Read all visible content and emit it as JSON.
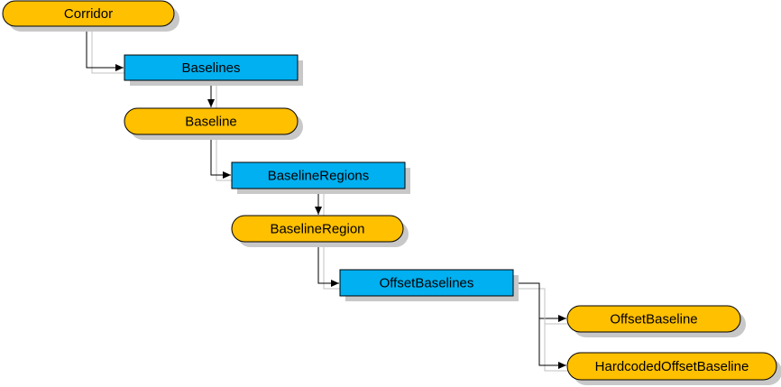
{
  "diagram": {
    "colors": {
      "object_fill": "#FFC000",
      "collection_fill": "#00B0F0",
      "outline": "#000000",
      "shadow": "#C8C8C8",
      "connector": "#000000",
      "connector_shadow": "#C0C0C0"
    },
    "nodes": [
      {
        "id": "corridor",
        "label": "Corridor",
        "kind": "object"
      },
      {
        "id": "baselines",
        "label": "Baselines",
        "kind": "collection"
      },
      {
        "id": "baseline",
        "label": "Baseline",
        "kind": "object"
      },
      {
        "id": "baseline-regions",
        "label": "BaselineRegions",
        "kind": "collection"
      },
      {
        "id": "baseline-region",
        "label": "BaselineRegion",
        "kind": "object"
      },
      {
        "id": "offset-baselines",
        "label": "OffsetBaselines",
        "kind": "collection"
      },
      {
        "id": "offset-baseline",
        "label": "OffsetBaseline",
        "kind": "object"
      },
      {
        "id": "hardcoded-offset-baseline",
        "label": "HardcodedOffsetBaseline",
        "kind": "object"
      }
    ],
    "edges": [
      {
        "from": "corridor",
        "to": "baselines"
      },
      {
        "from": "baselines",
        "to": "baseline"
      },
      {
        "from": "baseline",
        "to": "baseline-regions"
      },
      {
        "from": "baseline-regions",
        "to": "baseline-region"
      },
      {
        "from": "baseline-region",
        "to": "offset-baselines"
      },
      {
        "from": "offset-baselines",
        "to": "offset-baseline"
      },
      {
        "from": "offset-baselines",
        "to": "hardcoded-offset-baseline"
      }
    ]
  }
}
